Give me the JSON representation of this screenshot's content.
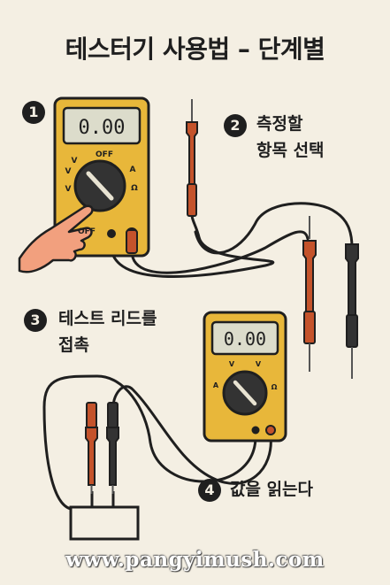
{
  "title": "테스터기 사용법 – 단계별",
  "steps": [
    {
      "num": "1",
      "lines": []
    },
    {
      "num": "2",
      "lines": [
        "측정할",
        "항목 선택"
      ]
    },
    {
      "num": "3",
      "lines": [
        "테스트 리드를",
        "접촉"
      ]
    },
    {
      "num": "4",
      "lines": [
        "값을 읽는다"
      ]
    }
  ],
  "meter_top": {
    "display": "0.00",
    "dial_labels": {
      "off_top": "OFF",
      "v_left_1": "V",
      "v_left_2": "V",
      "v_left_3": "V",
      "a": "A",
      "ohm": "Ω",
      "off_bottom": "OFF"
    }
  },
  "meter_bottom": {
    "display": "0.00",
    "dial_labels": {
      "a": "A",
      "v1": "V",
      "v2": "V",
      "ohm": "Ω"
    }
  },
  "watermark": "www.pangyimush.com",
  "colors": {
    "background": "#f4efe3",
    "meter_yellow": "#e8b73a",
    "outline": "#1f1f1f",
    "probe_red": "#c4532b",
    "probe_black": "#333333",
    "display": "#dcdccb"
  }
}
